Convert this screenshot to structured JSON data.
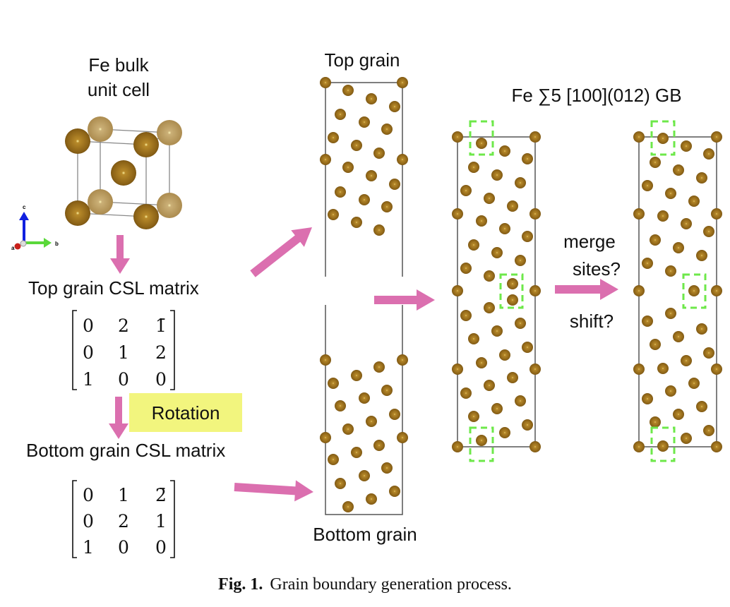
{
  "labels": {
    "bulk_line1": "Fe bulk",
    "bulk_line2": "unit cell",
    "top_grain": "Top grain",
    "bottom_grain": "Bottom grain",
    "gb_title": "Fe ∑5 [100](012) GB",
    "top_csl": "Top grain CSL matrix",
    "bottom_csl": "Bottom grain CSL matrix",
    "rotation": "Rotation",
    "merge": "merge",
    "sites": "sites?",
    "shift": "shift?",
    "axis_a": "a",
    "axis_b": "b",
    "axis_c": "c"
  },
  "top_matrix": [
    [
      "0",
      "2",
      "1̄"
    ],
    [
      "0",
      "1",
      "2"
    ],
    [
      "1",
      "0",
      "0"
    ]
  ],
  "bottom_matrix": [
    [
      "0",
      "1",
      "2̄"
    ],
    [
      "0",
      "2",
      "1"
    ],
    [
      "1",
      "0",
      "0"
    ]
  ],
  "caption": {
    "label": "Fig. 1.",
    "text": "Grain boundary generation process."
  },
  "colors": {
    "arrow": "#DB6FAF",
    "atom": "#8C6418",
    "atom_back": "#B99A5A",
    "highlight": "#6EE84A",
    "rotation_bg": "#F2F57E"
  }
}
